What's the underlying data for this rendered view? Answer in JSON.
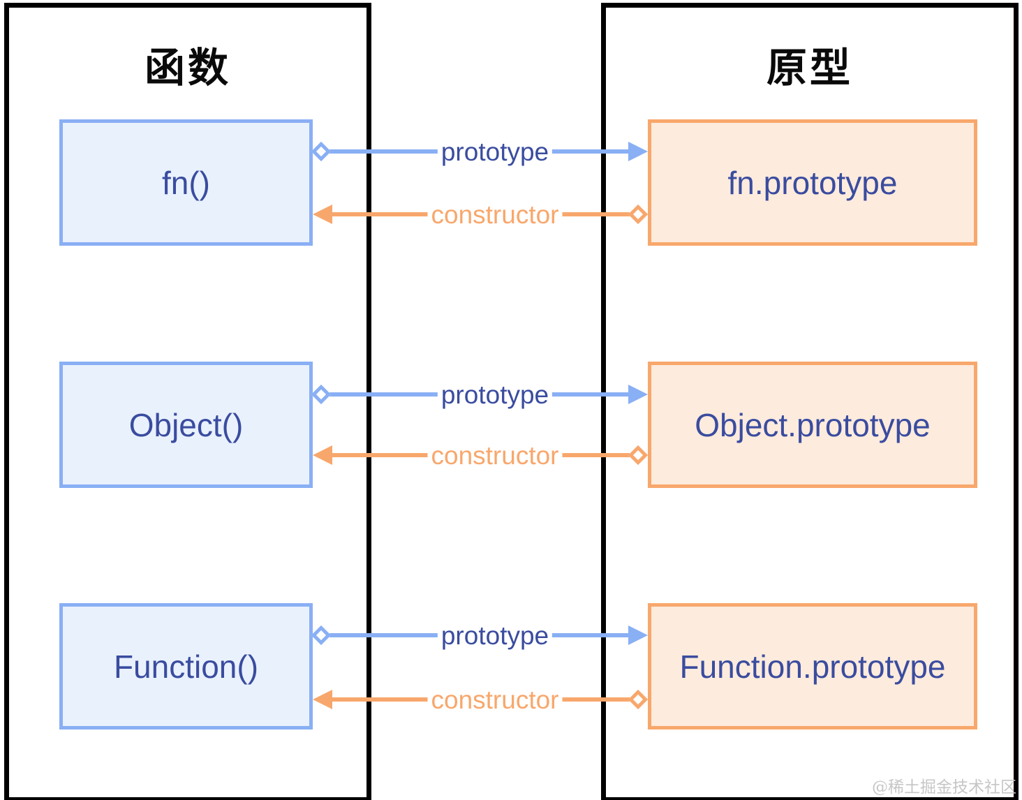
{
  "panels": {
    "left": {
      "title": "函数"
    },
    "right": {
      "title": "原型"
    }
  },
  "rows": [
    {
      "function_label": "fn()",
      "prototype_label": "fn.prototype",
      "forward_arrow_label": "prototype",
      "back_arrow_label": "constructor"
    },
    {
      "function_label": "Object()",
      "prototype_label": "Object.prototype",
      "forward_arrow_label": "prototype",
      "back_arrow_label": "constructor"
    },
    {
      "function_label": "Function()",
      "prototype_label": "Function.prototype",
      "forward_arrow_label": "prototype",
      "back_arrow_label": "constructor"
    }
  ],
  "watermark": "@稀土掘金技术社区",
  "colors": {
    "blue": "#89aff4",
    "blue_fill": "#e9f1fd",
    "orange": "#f8a76c",
    "orange_fill": "#fdebdd",
    "navy": "#3a4c9f",
    "panel_border": "#000000",
    "watermark_gray": "#c6c6c6"
  }
}
